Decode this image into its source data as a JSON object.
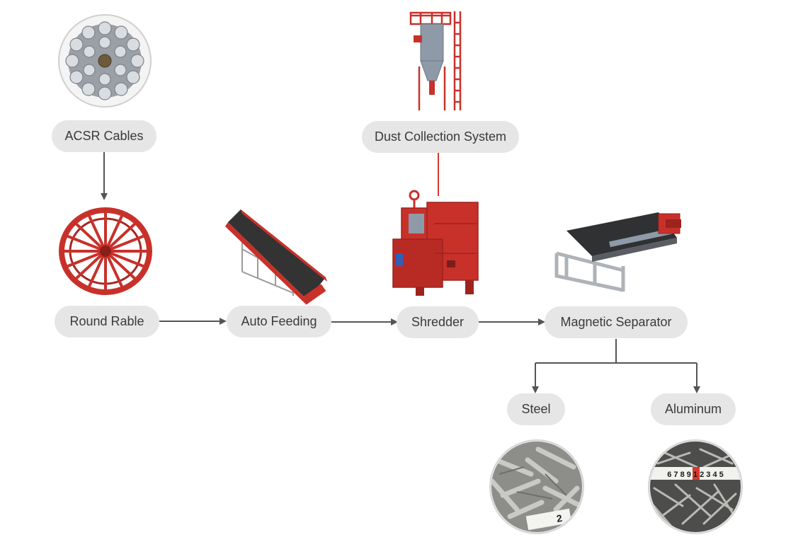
{
  "nodes": {
    "acsr": {
      "label": "ACSR Cables",
      "icon": "cable-bundle-icon"
    },
    "dust": {
      "label": "Dust Collection System",
      "icon": "dust-collector-icon"
    },
    "round": {
      "label": "Round Rable",
      "icon": "cable-reel-icon"
    },
    "feeding": {
      "label": "Auto Feeding",
      "icon": "conveyor-icon"
    },
    "shredder": {
      "label": "Shredder",
      "icon": "shredder-machine-icon"
    },
    "magnetic": {
      "label": "Magnetic Separator",
      "icon": "magnetic-separator-icon"
    },
    "steel": {
      "label": "Steel",
      "icon": "steel-scrap-icon"
    },
    "aluminum": {
      "label": "Aluminum",
      "icon": "aluminum-scrap-icon"
    }
  },
  "edges": [
    {
      "from": "acsr",
      "to": "round",
      "arrow": true
    },
    {
      "from": "round",
      "to": "feeding",
      "arrow": true
    },
    {
      "from": "feeding",
      "to": "shredder",
      "arrow": true
    },
    {
      "from": "shredder",
      "to": "magnetic",
      "arrow": true
    },
    {
      "from": "dust",
      "to": "shredder",
      "arrow": false,
      "color": "#d9382b"
    },
    {
      "from": "magnetic",
      "to": "steel",
      "arrow": true
    },
    {
      "from": "magnetic",
      "to": "aluminum",
      "arrow": true
    }
  ],
  "colors": {
    "machine_red": "#c8312a",
    "pill_bg": "#e6e6e6",
    "arrow": "#555555",
    "dust_line": "#d9382b"
  },
  "steel_photo_ruler": "2",
  "aluminum_photo_ruler": "6 7 8 9 1 2 3 4 5"
}
